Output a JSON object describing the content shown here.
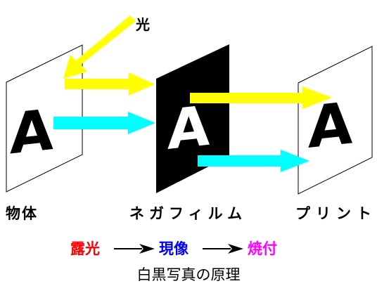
{
  "labels": {
    "light": "光",
    "object": "物体",
    "negative": "ネガフィルム",
    "print": "プリント"
  },
  "letter": "A",
  "process": {
    "steps": [
      {
        "label": "露光",
        "color": "#ff0000"
      },
      {
        "label": "現像",
        "color": "#0000ff"
      },
      {
        "label": "焼付",
        "color": "#ff00ff"
      }
    ],
    "arrow": "—►"
  },
  "caption": "白黒写真の原理",
  "colors": {
    "light_arrow": "#ffff00",
    "cyan_arrow": "#00ffff",
    "negative_film": "#000000"
  }
}
